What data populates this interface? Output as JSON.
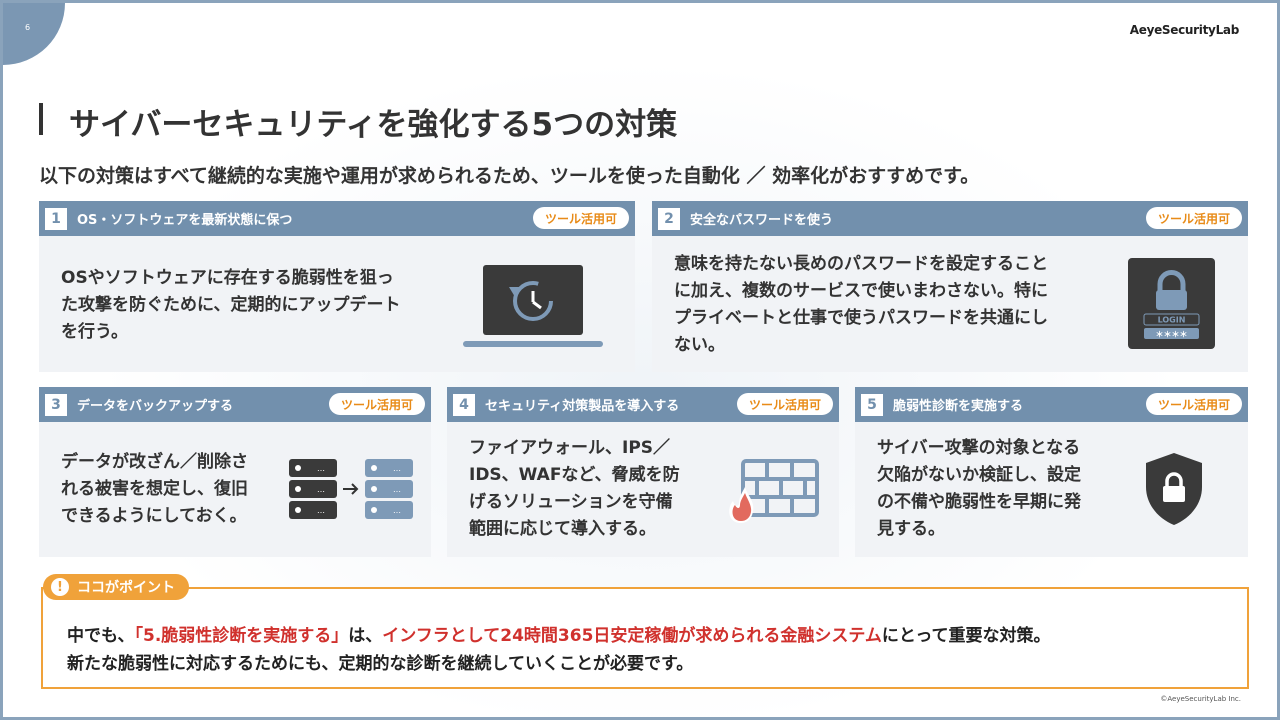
{
  "page_number": "6",
  "brand": "AeyeSecurityLab",
  "title": "サイバーセキュリティを強化する5つの対策",
  "subtitle": "以下の対策はすべて継続的な実施や運用が求められるため、ツールを使った自動化 ／ 効率化がおすすめです。",
  "tool_badge": "ツール活用可",
  "cards": [
    {
      "num": "1",
      "title": "OS・ソフトウェアを最新状態に保つ",
      "lines": [
        "OSやソフトウェアに存在する脆弱性を狙っ",
        "た攻撃を防ぐために、定期的にアップデート",
        "を行う。"
      ],
      "icon": "laptop-update-icon"
    },
    {
      "num": "2",
      "title": "安全なパスワードを使う",
      "lines": [
        "意味を持たない長めのパスワードを設定すること",
        "に加え、複数のサービスで使いまわさない。特に",
        "プライベートと仕事で使うパスワードを共通にし",
        "ない。"
      ],
      "icon": "login-lock-icon",
      "icon_text_top": "LOGIN",
      "icon_text_bottom": "＊＊＊＊"
    },
    {
      "num": "3",
      "title": "データをバックアップする",
      "lines": [
        "データが改ざん／削除さ",
        "れる被害を想定し、復旧",
        "できるようにしておく。"
      ],
      "icon": "server-backup-icon"
    },
    {
      "num": "4",
      "title": "セキュリティ対策製品を導入する",
      "lines": [
        "ファイアウォール、IPS／",
        "IDS、WAFなど、脅威を防",
        "げるソリューションを守備",
        "範囲に応じて導入する。"
      ],
      "icon": "firewall-icon"
    },
    {
      "num": "5",
      "title": "脆弱性診断を実施する",
      "lines": [
        "サイバー攻撃の対象となる",
        "欠陥がないか検証し、設定",
        "の不備や脆弱性を早期に発",
        "見する。"
      ],
      "icon": "shield-lock-icon"
    }
  ],
  "point": {
    "label": "ココがポイント",
    "line1_a": "中でも、",
    "line1_b": "「5.脆弱性診断を実施する」",
    "line1_c": "は、",
    "line1_d": "インフラとして24時間365日安定稼働が求められる金融システム",
    "line1_e": "にとって重要な対策。",
    "line2": "新たな脆弱性に対応するためにも、定期的な診断を継続していくことが必要です。"
  },
  "copyright": "©AeyeSecurityLab Inc.",
  "colors": {
    "header_blue": "#7290ad",
    "accent_orange": "#f0a23a",
    "highlight_red": "#d0312d",
    "icon_dark": "#3a3a3a",
    "icon_blue": "#7e9ab7"
  }
}
